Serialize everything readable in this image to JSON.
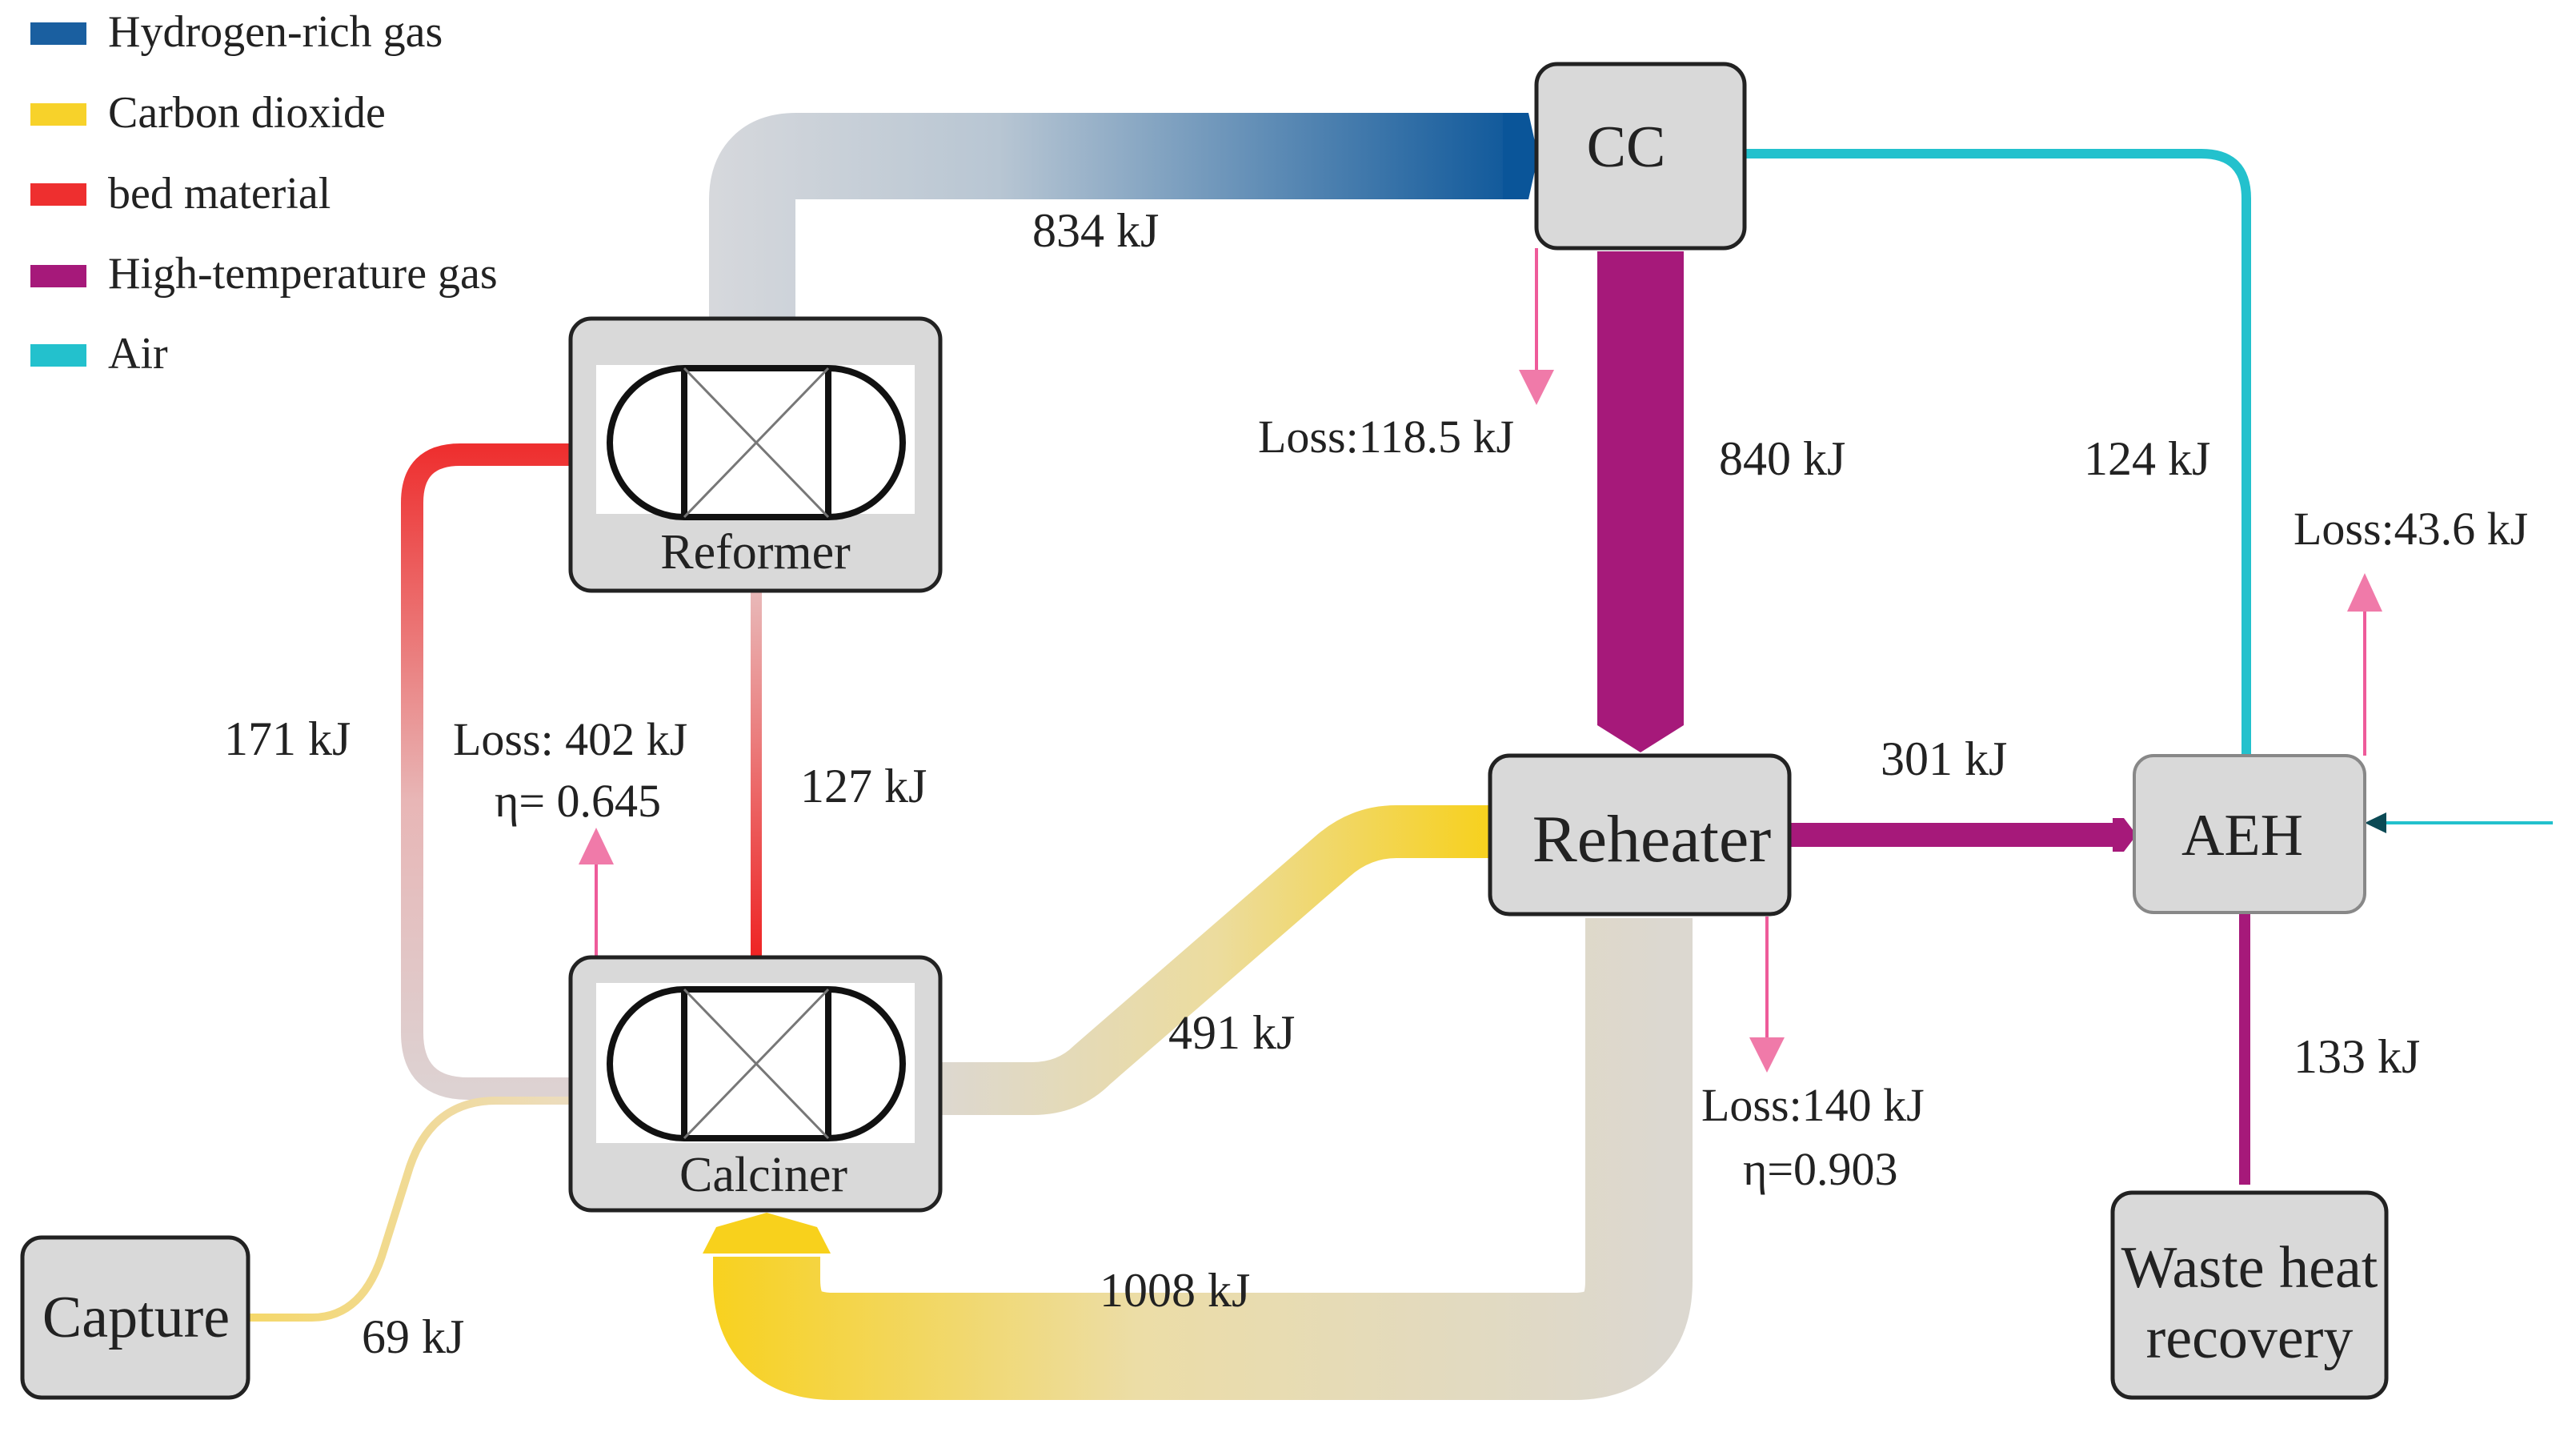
{
  "legend": {
    "items": [
      {
        "label": "Hydrogen-rich gas",
        "color": "#1a5fa0"
      },
      {
        "label": "Carbon dioxide",
        "color": "#f7d22a"
      },
      {
        "label": "bed material",
        "color": "#ee2f2f"
      },
      {
        "label": "High-temperature gas",
        "color": "#a6197a"
      },
      {
        "label": "Air",
        "color": "#23c1cd"
      }
    ]
  },
  "nodes": {
    "cc": "CC",
    "reformer": "Reformer",
    "calciner": "Calciner",
    "reheater": "Reheater",
    "aeh": "AEH",
    "capture": "Capture",
    "waste_heat_line1": "Waste heat",
    "waste_heat_line2": "recovery"
  },
  "flows": {
    "hydrogen_834": "834 kJ",
    "hightemp_840": "840 kJ",
    "air_124": "124 kJ",
    "bed_171": "171 kJ",
    "bed_127": "127 kJ",
    "co2_491": "491 kJ",
    "hightemp_301": "301 kJ",
    "hightemp_133": "133 kJ",
    "co2_1008": "1008 kJ",
    "co2_69": "69 kJ"
  },
  "losses": {
    "cc": "Loss:118.5 kJ",
    "aeh": "Loss:43.6 kJ",
    "reformer_calciner": "Loss: 402 kJ",
    "reformer_calciner_eta": "η= 0.645",
    "reheater": "Loss:140 kJ",
    "reheater_eta": "η=0.903"
  },
  "colors": {
    "hydrogen": "#1a5fa0",
    "co2": "#f7d22a",
    "bed": "#ee2f2f",
    "hightemp": "#a6197a",
    "air": "#23c1cd",
    "loss_arrow": "#ee5b9a",
    "box_fill": "#d9d9d9",
    "neutral_flow": "#c9cdd3"
  }
}
